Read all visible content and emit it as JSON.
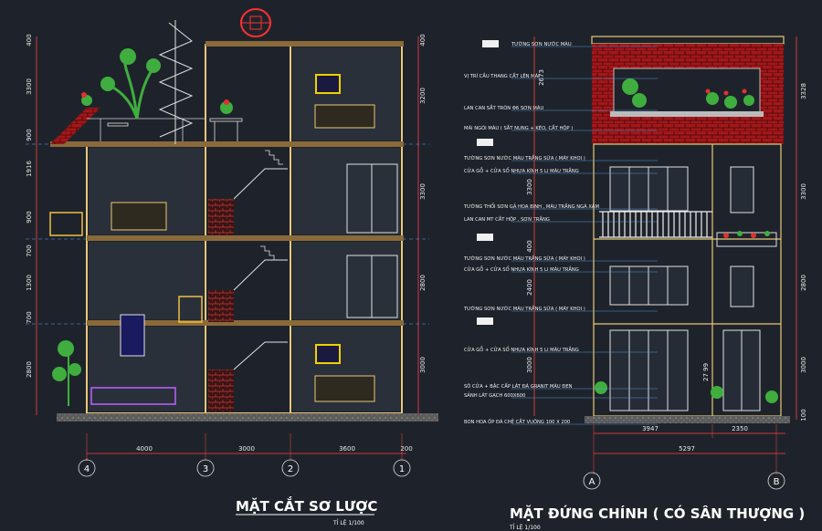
{
  "section": {
    "title": "MẶT CẮT SƠ LƯỢC",
    "scale": "TỈ LỆ 1/100",
    "left_dims": [
      "400",
      "3300",
      "900",
      "1916",
      "900",
      "700",
      "1300",
      "700",
      "2800"
    ],
    "right_dims": [
      "400",
      "3200",
      "3300",
      "2800",
      "3000"
    ],
    "bottom_dims": [
      "4000",
      "3000",
      "3600",
      "200"
    ],
    "axes": [
      "4",
      "3",
      "2",
      "1"
    ]
  },
  "elevation": {
    "title": "MẶT ĐỨNG CHÍNH ( CÓ SÂN THƯỢNG )",
    "scale": "TỈ LỆ 1/100",
    "annotations": [
      "TƯỜNG SƠN NƯỚC MÀU",
      "VỊ TRÍ CẦU THANG CẮT LÊN MÁI",
      "LAN CAN SẮT TRÒN Φ6 SƠN MÀU",
      "MÁI NGÓI MÀU ( SẮT NUNG + KÈO, CẮT HỘP )",
      "TƯỜNG SƠN NƯỚC MÀU TRẮNG SỮA ( MÁY KHOI )",
      "CỬA GỖ + CỬA SỔ NHỰA KÍNH 5 LI MÀU TRẮNG",
      "TƯỜNG THỔI SƠN GẢ HOA BINH , MÀU TRẮNG NGÀ XÁM",
      "LAN CAN MT CẮT HỘP , SƠN TRẮNG",
      "TƯỜNG SƠN NƯỚC MÀU TRẮNG SỮA ( MÁY KHOI )",
      "CỬA GỖ + CỬA SỔ NHỰA KÍNH 5 LI MÀU TRẮNG",
      "TƯỜNG SƠN NƯỚC MÀU TRẮNG SỮA ( MÁY KHOI )",
      "CỬA GỖ + CỬA SỔ NHỰA KÍNH 5 LI MÀU TRẮNG",
      "SÔ CỬA + BẬC CẤP LÁT ĐÁ GRANIT MÀU ĐEN",
      "SẢNH LÁT GẠCH 600X600",
      "BON HOA ỐP ĐÁ CHẺ CẮT VUÔNG 100 X 200"
    ],
    "mid_dims": [
      "2673",
      "3300",
      "400",
      "2400",
      "3000"
    ],
    "right_dims": [
      "3328",
      "3300",
      "2800",
      "3000",
      "100"
    ],
    "inner_dim": "27 99",
    "bottom_dims": [
      "3947",
      "2350"
    ],
    "overall_dim": "5297",
    "axes": [
      "A",
      "B"
    ]
  },
  "colors": {
    "background": "#1e232b",
    "wall": "#e8c77a",
    "brick": "#b31a1a",
    "dim": "#ff4040",
    "plant": "#3fae3f"
  }
}
